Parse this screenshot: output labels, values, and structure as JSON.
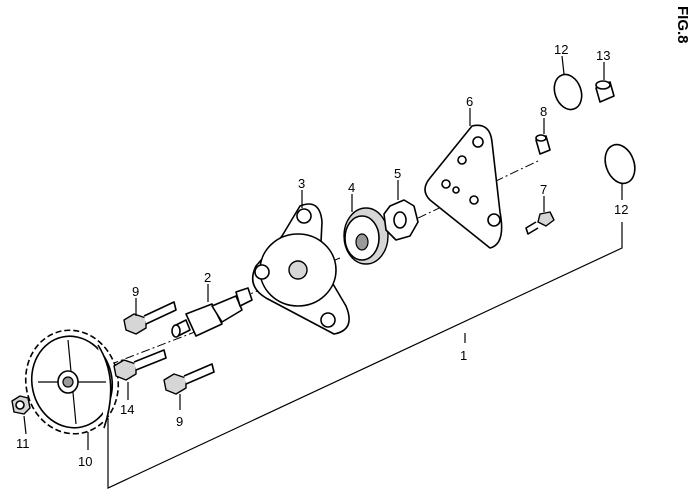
{
  "figure": {
    "title": "FIG.8"
  },
  "callouts": {
    "c1": "1",
    "c2": "2",
    "c3": "3",
    "c4": "4",
    "c5": "5",
    "c6": "6",
    "c7": "7",
    "c8": "8",
    "c9a": "9",
    "c9b": "9",
    "c10": "10",
    "c11": "11",
    "c12a": "12",
    "c12b": "12",
    "c13": "13",
    "c14": "14"
  }
}
